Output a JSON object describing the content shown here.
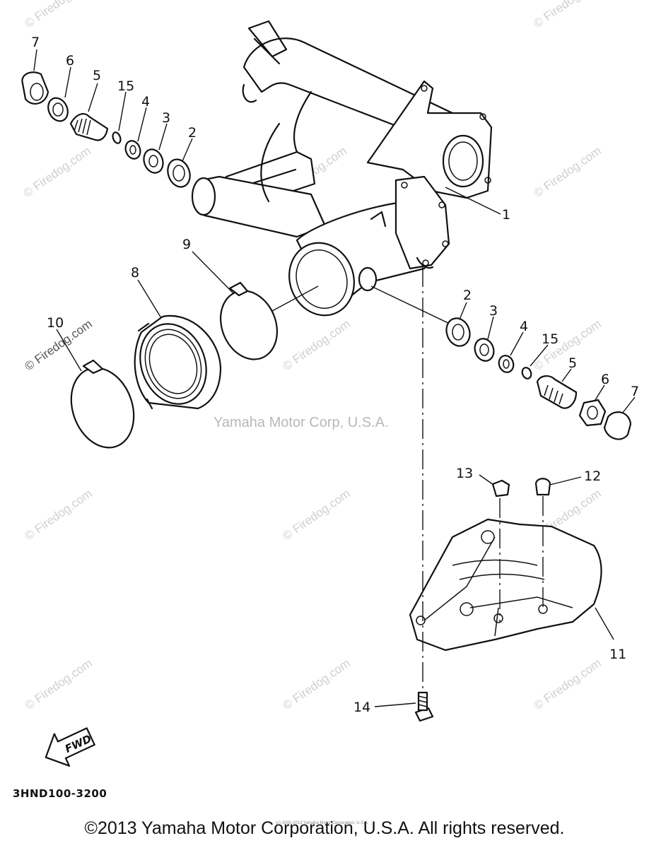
{
  "diagram": {
    "callouts": [
      {
        "id": "7",
        "label": "7"
      },
      {
        "id": "6",
        "label": "6"
      },
      {
        "id": "5",
        "label": "5"
      },
      {
        "id": "15",
        "label": "15"
      },
      {
        "id": "4",
        "label": "4"
      },
      {
        "id": "3",
        "label": "3"
      },
      {
        "id": "2",
        "label": "2"
      },
      {
        "id": "1",
        "label": "1"
      },
      {
        "id": "9",
        "label": "9"
      },
      {
        "id": "8",
        "label": "8"
      },
      {
        "id": "10",
        "label": "10"
      },
      {
        "id": "2b",
        "label": "2"
      },
      {
        "id": "3b",
        "label": "3"
      },
      {
        "id": "4b",
        "label": "4"
      },
      {
        "id": "15b",
        "label": "15"
      },
      {
        "id": "5b",
        "label": "5"
      },
      {
        "id": "6b",
        "label": "6"
      },
      {
        "id": "7b",
        "label": "7"
      },
      {
        "id": "13",
        "label": "13"
      },
      {
        "id": "12",
        "label": "12"
      },
      {
        "id": "11",
        "label": "11"
      },
      {
        "id": "14",
        "label": "14"
      }
    ],
    "fwd_label": "FWD",
    "center_watermark": "Yamaha Motor Corp, U.S.A.",
    "watermark_text": "© Firedog.com",
    "diagram_code": "3HND100-3200",
    "copyright": "©2013 Yamaha Motor Corporation, U.S.A. All rights reserved.",
    "fine_print": "(c) 2000-2013 Yamaha Motor Corporation, U.S.A."
  }
}
